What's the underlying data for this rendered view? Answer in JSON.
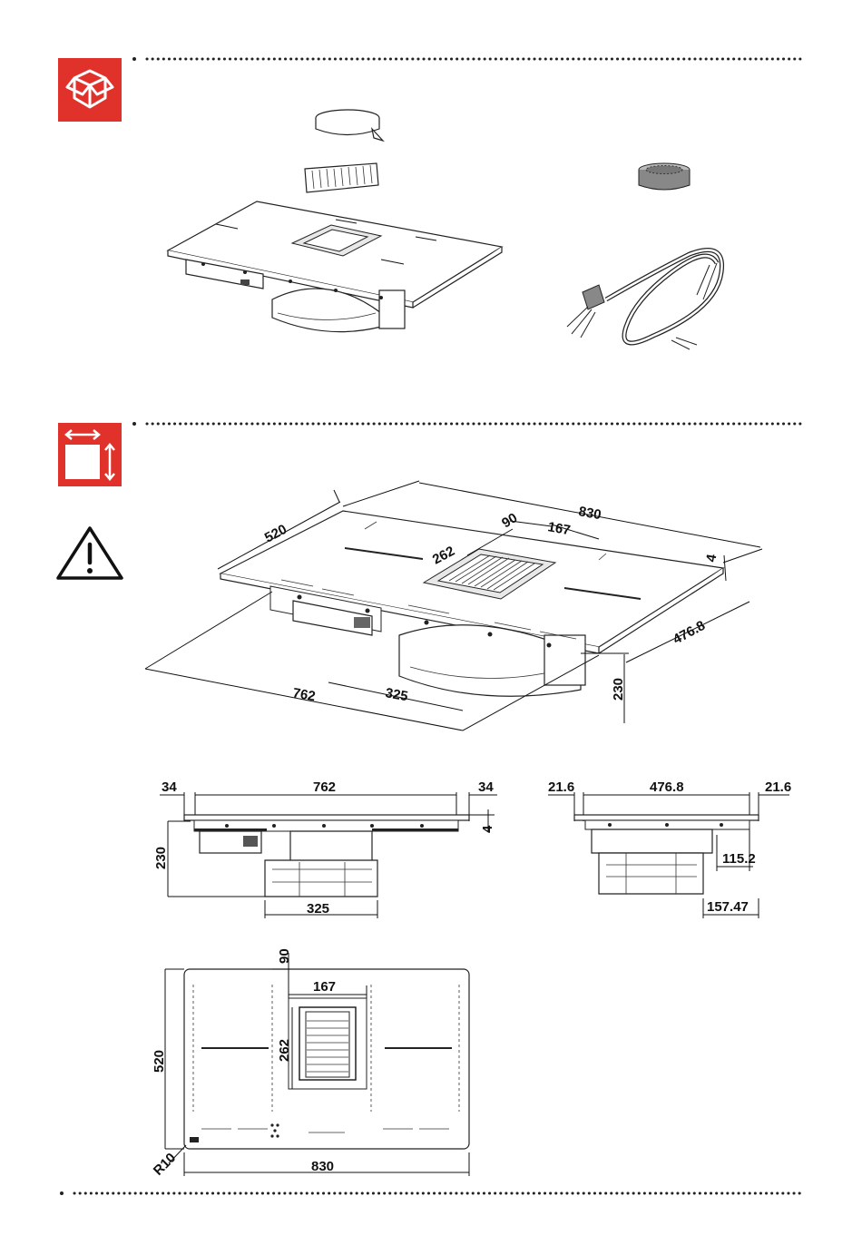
{
  "colors": {
    "accent": "#e0312b",
    "line": "#111111"
  },
  "icons": {
    "box": "open-box-icon",
    "dimensions": "dimensions-icon",
    "warning": "warning-icon"
  },
  "iso": {
    "d830": "830",
    "d520": "520",
    "d90": "90",
    "d167": "167",
    "d262": "262",
    "d4": "4",
    "d4768": "476.8",
    "d230": "230",
    "d762": "762",
    "d325": "325"
  },
  "front": {
    "d34l": "34",
    "d762": "762",
    "d34r": "34",
    "d4": "4",
    "d230": "230",
    "d325": "325"
  },
  "side": {
    "d216l": "21.6",
    "d4768": "476.8",
    "d216r": "21.6",
    "d1152": "115.2",
    "d15747": "157.47"
  },
  "top": {
    "d90": "90",
    "d167": "167",
    "d262": "262",
    "d520": "520",
    "d830": "830",
    "r10": "R10"
  }
}
